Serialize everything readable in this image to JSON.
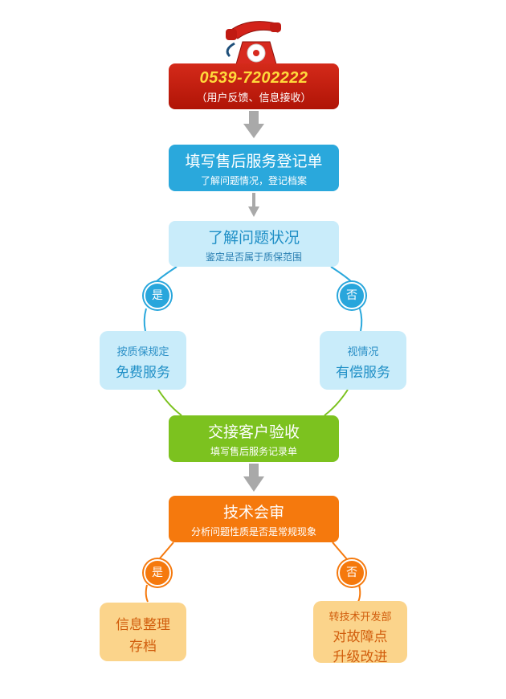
{
  "hotline": {
    "phone": "0539-7202222",
    "note": "（用户反馈、信息接收）"
  },
  "step_register": {
    "title": "填写售后服务登记单",
    "subtitle": "了解问题情况，登记档案"
  },
  "step_understand": {
    "title": "了解问题状况",
    "subtitle": "鉴定是否属于质保范围"
  },
  "decision_1": {
    "yes": "是",
    "no": "否"
  },
  "branch_warranty": {
    "line1": "按质保规定",
    "line2": "免费服务"
  },
  "branch_paid": {
    "line1": "视情况",
    "line2": "有偿服务"
  },
  "step_accept": {
    "title": "交接客户验收",
    "subtitle": "填写售后服务记录单"
  },
  "step_review": {
    "title": "技术会审",
    "subtitle": "分析问题性质是否是常规现象"
  },
  "decision_2": {
    "yes": "是",
    "no": "否"
  },
  "branch_archive": {
    "line1": "信息整理",
    "line2": "存档"
  },
  "branch_tech": {
    "line1": "转技术开发部",
    "line2": "对故障点",
    "line3": "升级改进"
  },
  "colors": {
    "hotline": "#c41b0c",
    "phone_text": "#ffd93b",
    "blue": "#2aa8dc",
    "light_blue": "#c9ecfa",
    "green": "#7cc21f",
    "orange": "#f5790d",
    "peach": "#fbd48b",
    "arrow": "#a9a9a9"
  },
  "icons": {
    "top": "red-telephone-icon"
  }
}
